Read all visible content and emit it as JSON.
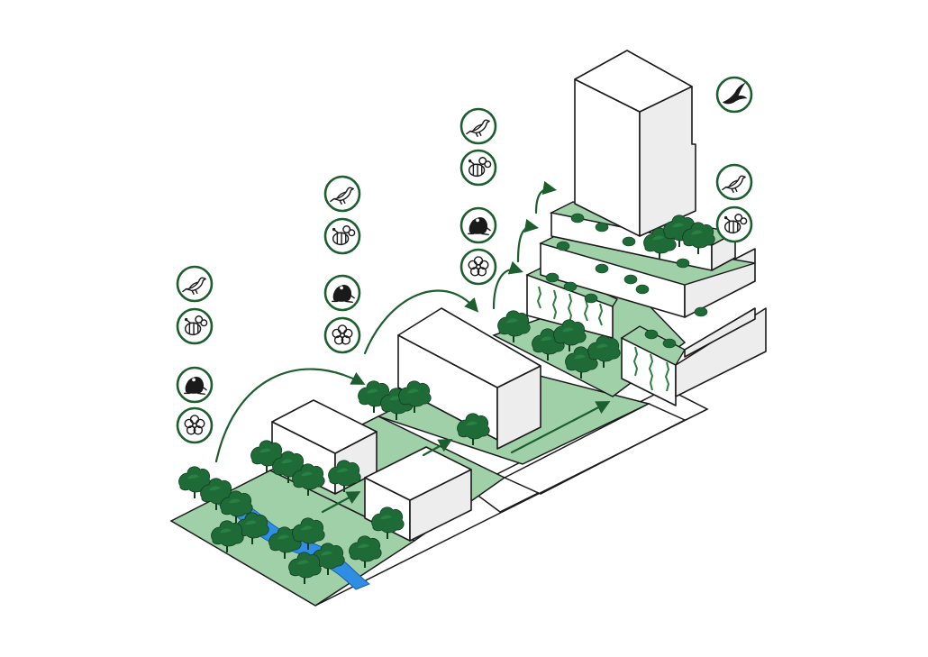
{
  "colors": {
    "greenspace": "#9fd0a8",
    "tree": "#1f6b38",
    "water": "#2f8de4",
    "badge_ring": "#1d5e2f",
    "building_face": "#ffffff",
    "building_shade": "#ededed"
  },
  "species_stacks": [
    {
      "id": "stack-1",
      "icons": [
        "bird-icon",
        "bee-icon",
        "frog-icon",
        "flower-icon"
      ]
    },
    {
      "id": "stack-2",
      "icons": [
        "bird-icon",
        "bee-icon",
        "frog-icon",
        "flower-icon"
      ]
    },
    {
      "id": "stack-3",
      "icons": [
        "bird-icon",
        "bee-icon",
        "frog-icon",
        "flower-icon"
      ]
    },
    {
      "id": "stack-4",
      "icons": [
        "swift-icon",
        "bird-icon",
        "bee-icon"
      ]
    }
  ],
  "features": [
    "river",
    "street-trees",
    "green-roofs",
    "green-walls",
    "terraced-tower",
    "wildlife-flow-arrows"
  ]
}
